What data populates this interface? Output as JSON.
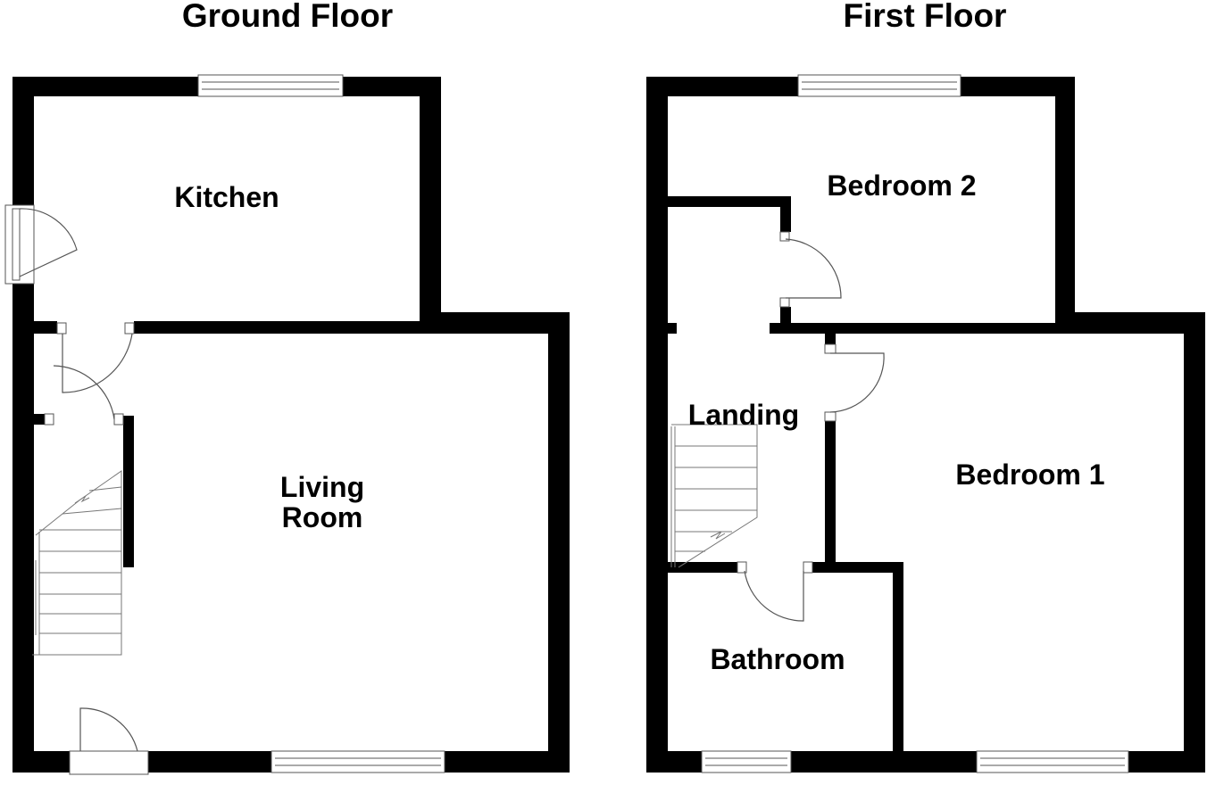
{
  "floors": [
    {
      "title": "Ground Floor",
      "rooms": [
        "Kitchen",
        "Living",
        "Room"
      ]
    },
    {
      "title": "First Floor",
      "rooms": [
        "Bedroom 2",
        "Landing",
        "Bedroom 1",
        "Bathroom"
      ]
    }
  ],
  "colors": {
    "wall": "#000000",
    "fixture": "#555555",
    "background": "#ffffff"
  }
}
